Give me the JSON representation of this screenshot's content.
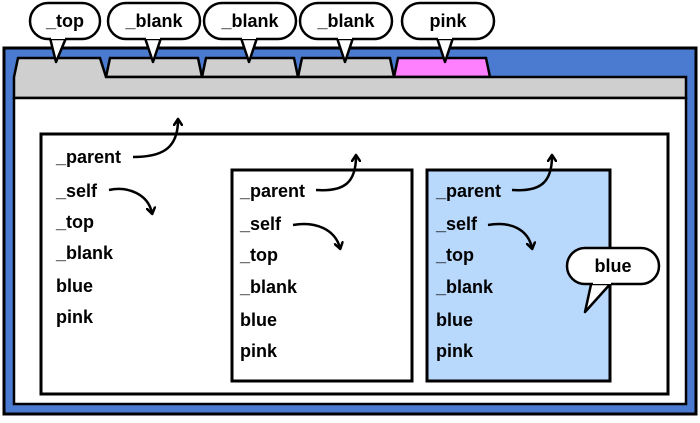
{
  "tabs": [
    {
      "label": "_top",
      "active": true
    },
    {
      "label": "_blank"
    },
    {
      "label": "_blank"
    },
    {
      "label": "_blank"
    },
    {
      "label": "pink",
      "color": "#ff80ff"
    }
  ],
  "outer_frame": {
    "links": [
      "_parent",
      "_self",
      "_top",
      "_blank",
      "blue",
      "pink"
    ]
  },
  "inner_frame_white": {
    "links": [
      "_parent",
      "_self",
      "_top",
      "_blank",
      "blue",
      "pink"
    ]
  },
  "inner_frame_blue": {
    "name_bubble": "blue",
    "color": "#b8d8fc",
    "links": [
      "_parent",
      "_self",
      "_top",
      "_blank",
      "blue",
      "pink"
    ]
  },
  "colors": {
    "window_frame": "#4a7bd1",
    "tab_gray": "#cfcfcf",
    "tab_pink": "#ff80ff",
    "frame_blue": "#b8d8fc"
  }
}
